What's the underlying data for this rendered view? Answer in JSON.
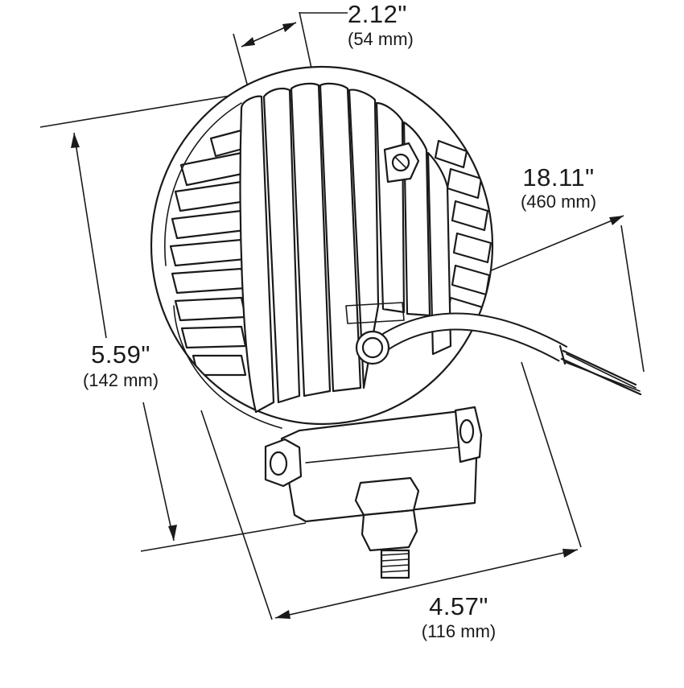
{
  "dimensions": {
    "depth": {
      "imperial": "2.12\"",
      "metric": "(54 mm)"
    },
    "cable": {
      "imperial": "18.11\"",
      "metric": "(460 mm)"
    },
    "height": {
      "imperial": "5.59\"",
      "metric": "(142 mm)"
    },
    "width": {
      "imperial": "4.57\"",
      "metric": "(116 mm)"
    }
  }
}
